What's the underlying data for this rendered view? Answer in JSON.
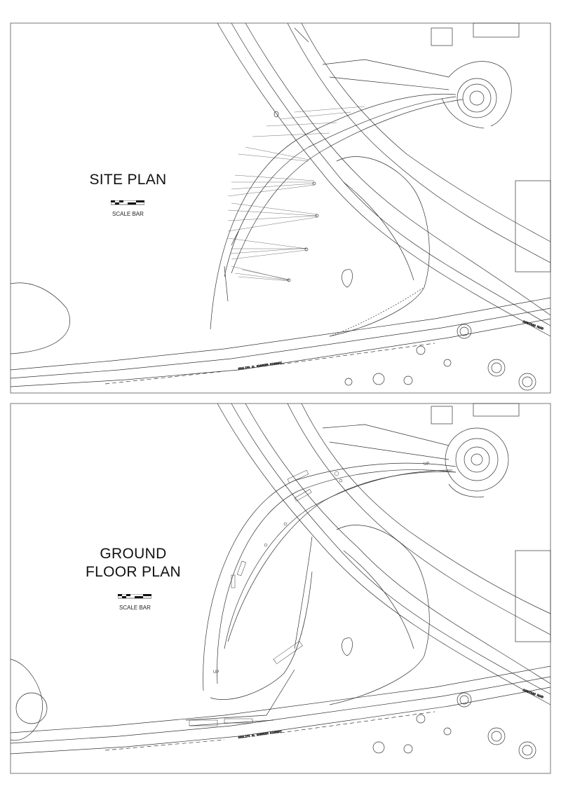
{
  "sheets": [
    {
      "id": "site",
      "title_lines": [
        "SITE PLAN"
      ],
      "scale_label": "SCALE BAR",
      "road_labels": [
        "KHALIFA AL KHABEER HIGHWAY",
        "JUMEIRAH ROAD"
      ],
      "annotations": []
    },
    {
      "id": "ground",
      "title_lines": [
        "GROUND",
        "FLOOR PLAN"
      ],
      "scale_label": "SCALE BAR",
      "road_labels": [
        "KHALIFA AL KHABEER HIGHWAY",
        "JUMEIRAH ROAD"
      ],
      "annotations": [
        "UP",
        "UP"
      ]
    }
  ],
  "colors": {
    "line": "#333333",
    "fill": "#ffffff",
    "frame": "#555555"
  }
}
